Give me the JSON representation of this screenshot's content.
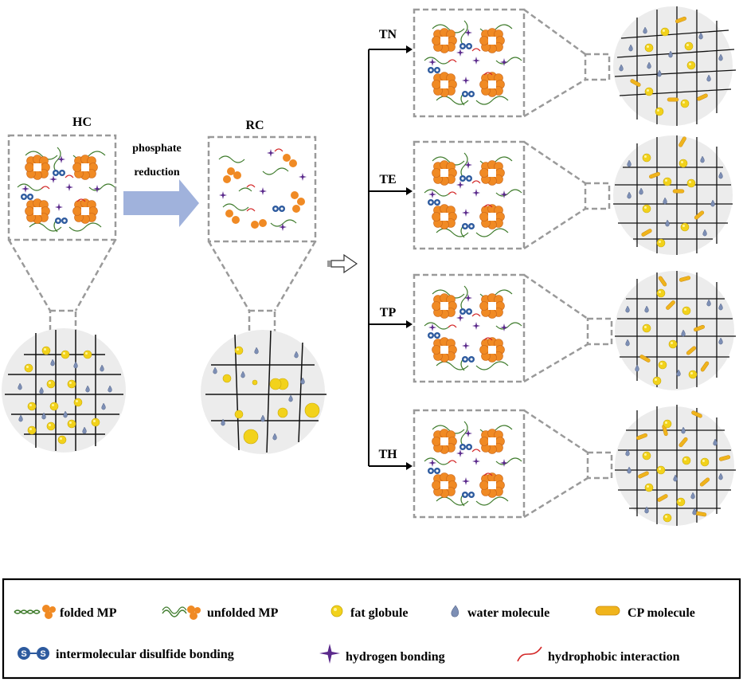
{
  "labels": {
    "hc": "HC",
    "rc": "RC",
    "arrow_line1": "phosphate",
    "arrow_line2": "reduction",
    "tn": "TN",
    "te": "TE",
    "tp": "TP",
    "th": "TH"
  },
  "legend": {
    "folded_mp": "folded MP",
    "unfolded_mp": "unfolded MP",
    "fat_globule": "fat globule",
    "water_molecule": "water molecule",
    "cp_molecule": "CP molecule",
    "disulfide": "intermolecular disulfide bonding",
    "hydrogen": "hydrogen bonding",
    "hydrophobic": "hydrophobic interaction"
  },
  "disulfide_glyph": "S",
  "colors": {
    "protein_orange": "#f08a24",
    "chain_green": "#3d7a2a",
    "fat_yellow": "#f2d21b",
    "water_blue": "#7d8fb5",
    "hbond_purple": "#5b2a8c",
    "hydrophobic_red": "#d42a2a",
    "disulfide_blue": "#2d5a9e",
    "arrow_blue": "#8fa5d6",
    "circle_fill": "#ececec",
    "dash_gray": "#9a9a9a"
  },
  "icons": [
    "folded-mp-icon",
    "unfolded-mp-icon",
    "fat-globule-icon",
    "water-molecule-icon",
    "cp-molecule-icon",
    "disulfide-icon",
    "hydrogen-bond-icon",
    "hydrophobic-icon"
  ]
}
